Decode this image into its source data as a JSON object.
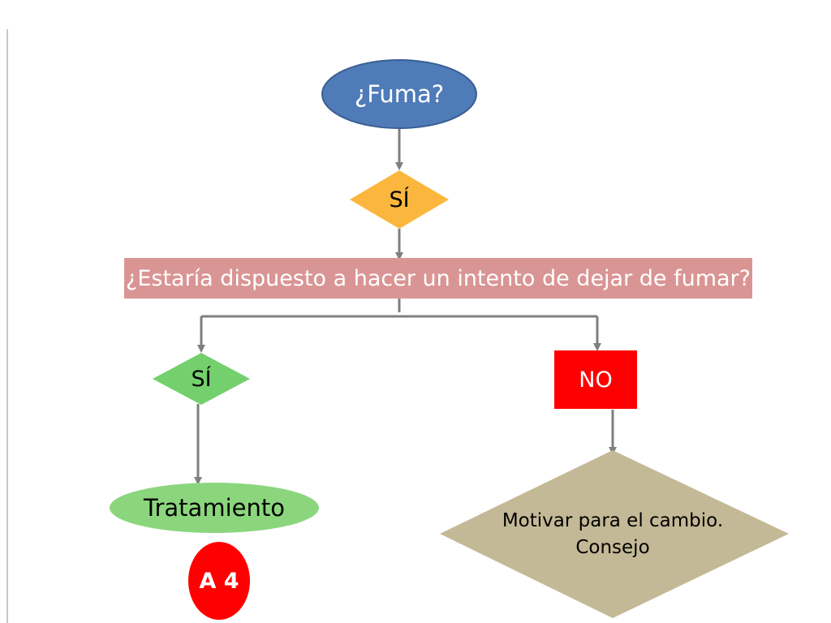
{
  "nodes": {
    "fuma": {
      "text": "¿Fuma?",
      "color": "#4f7bb8"
    },
    "si_top": {
      "text": "SÍ",
      "color": "#fbb73d"
    },
    "question": {
      "text": "¿Estaría dispuesto a hacer un intento de dejar de fumar?",
      "color": "#d99594"
    },
    "si_left": {
      "text": "SÍ",
      "color": "#74d06c"
    },
    "no": {
      "text": "NO",
      "color": "#ff0000"
    },
    "tratamiento": {
      "text": "Tratamiento",
      "color": "#8bd67d"
    },
    "a4": {
      "text": "A 4",
      "color": "#ff0000"
    },
    "motivar": {
      "line1": "Motivar para el cambio.",
      "line2": "Consejo",
      "color": "#c4b996"
    }
  },
  "edge_color": "#7f7f7f"
}
